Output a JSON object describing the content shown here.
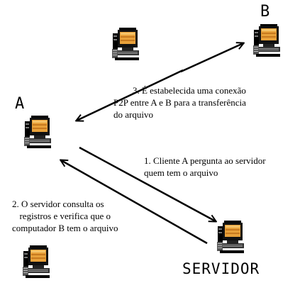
{
  "nodes": {
    "a": {
      "label": "A"
    },
    "b": {
      "label": "B"
    },
    "server": {
      "label": "SERVIDOR"
    }
  },
  "steps": [
    {
      "lines": [
        "1. Cliente A pergunta ao servidor",
        "quem tem o arquivo"
      ]
    },
    {
      "lines": [
        "2. O servidor consulta os",
        "registros e verifica que o",
        "computador B tem o arquivo"
      ]
    },
    {
      "lines": [
        "3. É estabelecida uma conexão",
        "P2P entre A e B para a transferência",
        "do arquivo"
      ]
    }
  ],
  "icons": {
    "computer": "computer-icon"
  },
  "colors": {
    "stroke": "#000000",
    "background": "#ffffff"
  }
}
